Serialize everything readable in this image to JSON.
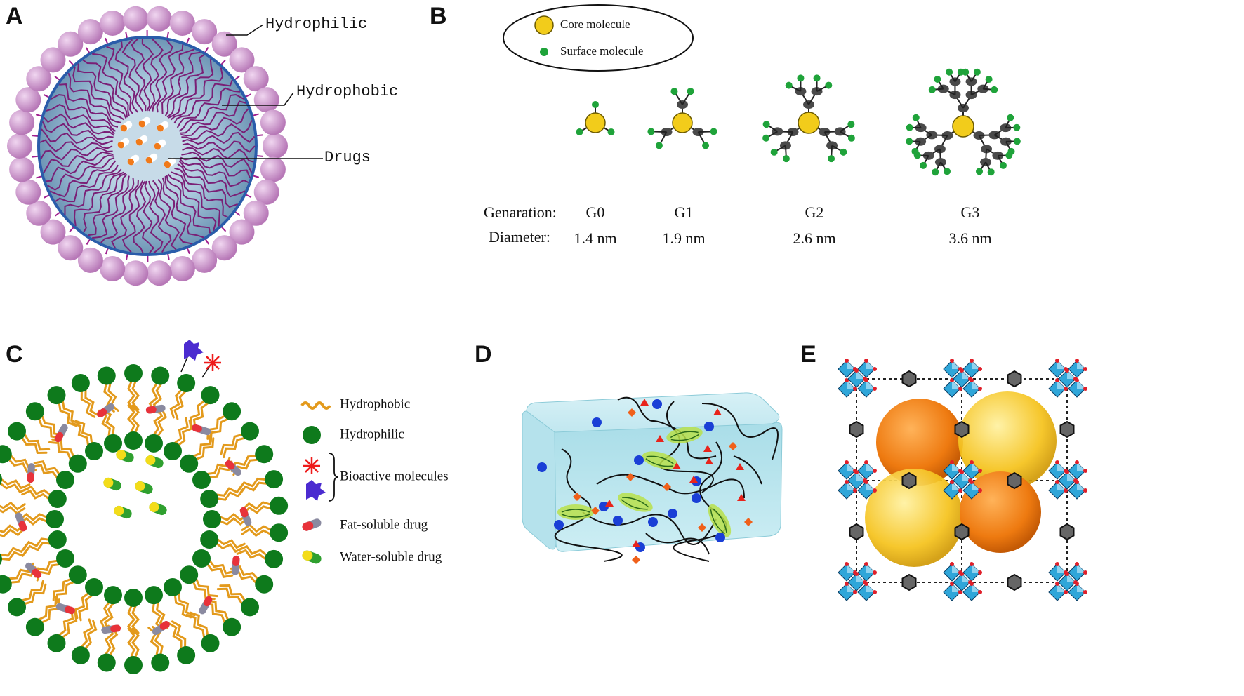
{
  "panels": {
    "a": {
      "letter": "A",
      "labels": {
        "hydrophilic": "Hydrophilic",
        "hydrophobic": "Hydrophobic",
        "drugs": "Drugs"
      }
    },
    "b": {
      "letter": "B",
      "legend": {
        "core": "Core molecule",
        "surface": "Surface molecule"
      },
      "row_labels": {
        "generation": "Genaration:",
        "diameter": "Diameter:"
      },
      "generations": [
        {
          "gen": "G0",
          "diameter": "1.4 nm"
        },
        {
          "gen": "G1",
          "diameter": "1.9 nm"
        },
        {
          "gen": "G2",
          "diameter": "2.6 nm"
        },
        {
          "gen": "G3",
          "diameter": "3.6 nm"
        }
      ]
    },
    "c": {
      "letter": "C",
      "legend": {
        "hydrophobic": "Hydrophobic",
        "hydrophilic": "Hydrophilic",
        "bioactive": "Bioactive molecules",
        "fat_drug": "Fat-soluble drug",
        "water_drug": "Water-soluble drug"
      }
    },
    "d": {
      "letter": "D"
    },
    "e": {
      "letter": "E"
    }
  },
  "colors": {
    "hydrophilic_head_a": "#c98fca",
    "chain_a": "#7a1f76",
    "membrane_a": "#2a5caa",
    "core_yellow": "#f2cc1b",
    "surface_green": "#1fa33a",
    "branch_gray": "#4a4a4a",
    "head_green_c": "#0e7a1c",
    "tail_orange_c": "#e39a1c",
    "gel_blue": "#bfe8f0",
    "mof_blue": "#2fa6d9",
    "sphere_orange": "#ee7a10",
    "sphere_yellow": "#f5c21a"
  }
}
